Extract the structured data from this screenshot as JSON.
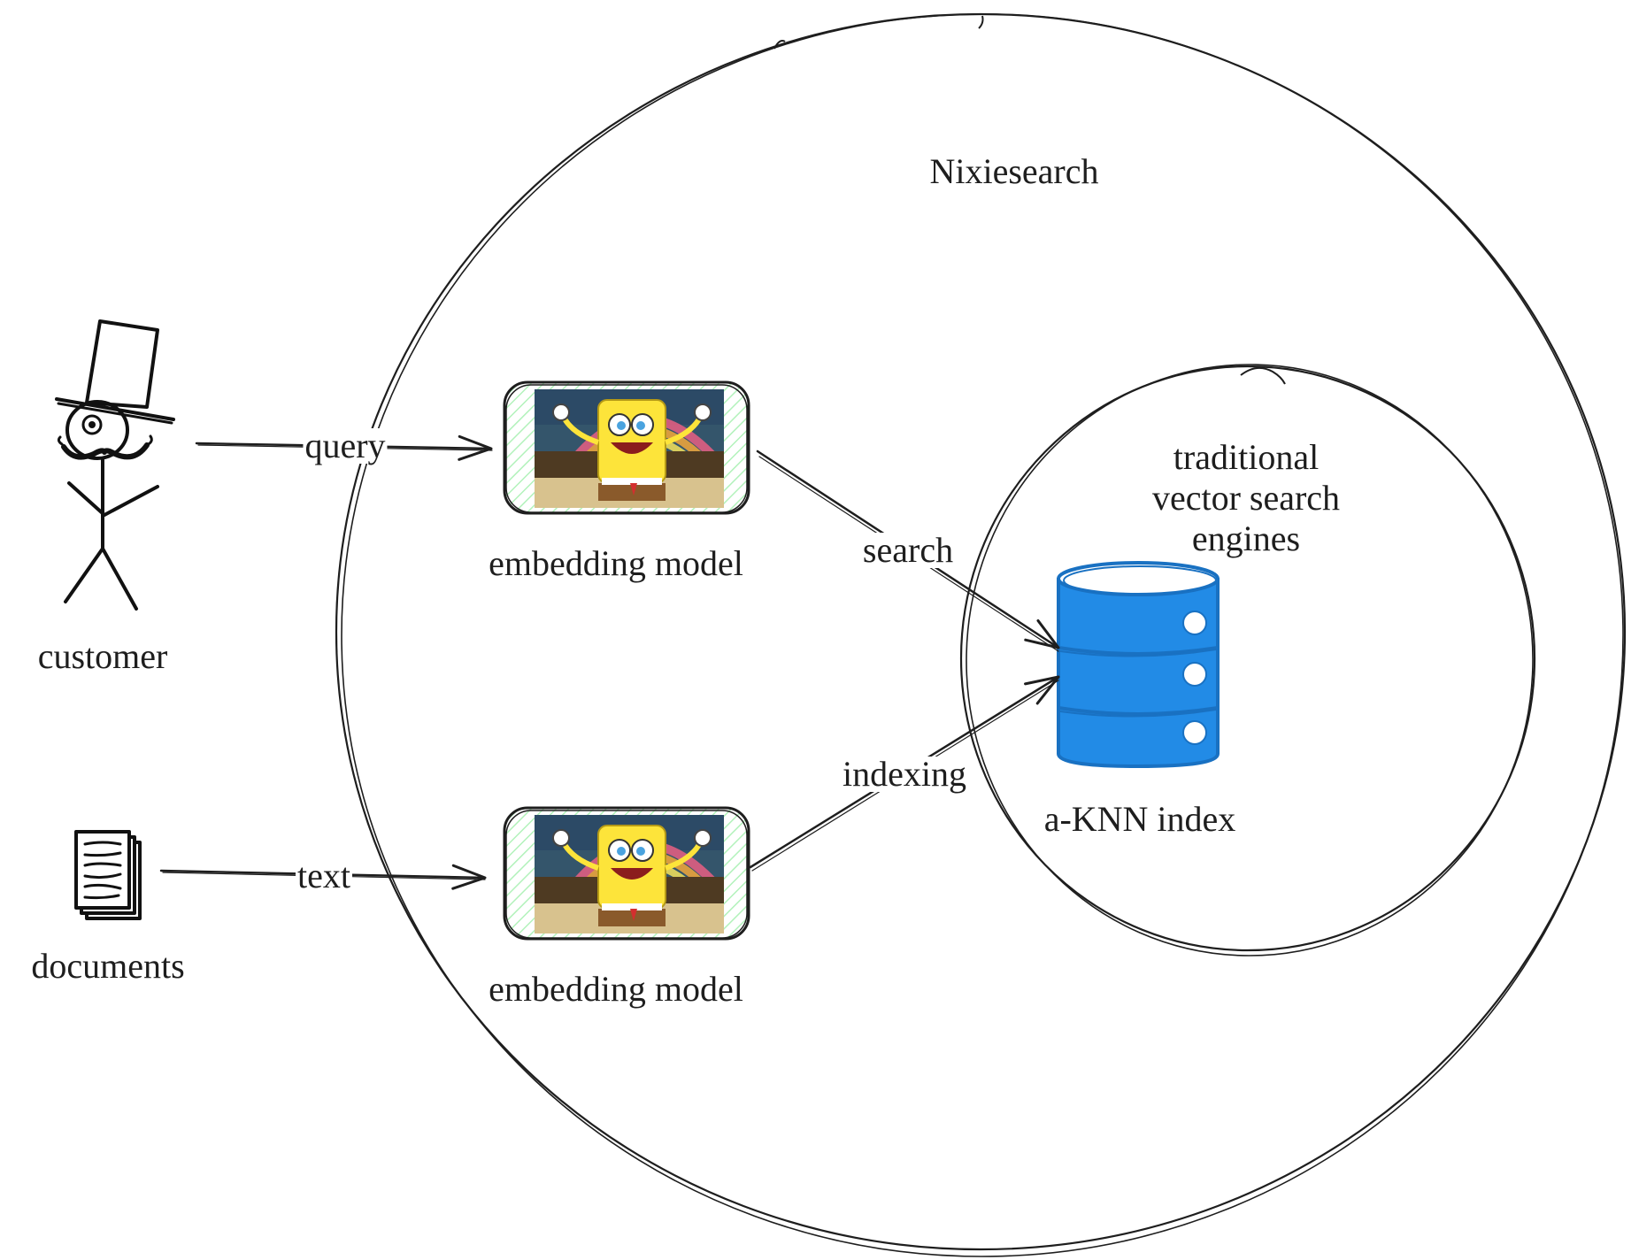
{
  "outer_circle": {
    "title": "Nixiesearch"
  },
  "inner_circle": {
    "title_lines": [
      "traditional",
      "vector search",
      "engines"
    ]
  },
  "actors": {
    "customer": {
      "label": "customer",
      "icon": "stick-figure-top-hat-icon"
    },
    "documents": {
      "label": "documents",
      "icon": "documents-stack-icon"
    }
  },
  "models": {
    "query_model": {
      "label": "embedding model",
      "icon": "embedding-model-image"
    },
    "index_model": {
      "label": "embedding model",
      "icon": "embedding-model-image"
    }
  },
  "index": {
    "label": "a-KNN index",
    "icon": "database-cylinder-icon",
    "color": "#228be6"
  },
  "edges": {
    "query": "query",
    "text": "text",
    "search": "search",
    "indexing": "indexing"
  },
  "colors": {
    "stroke": "#1e1e1e",
    "hatch": "#b2f2bb",
    "db_fill": "#228be6",
    "db_stroke": "#1971c2"
  }
}
